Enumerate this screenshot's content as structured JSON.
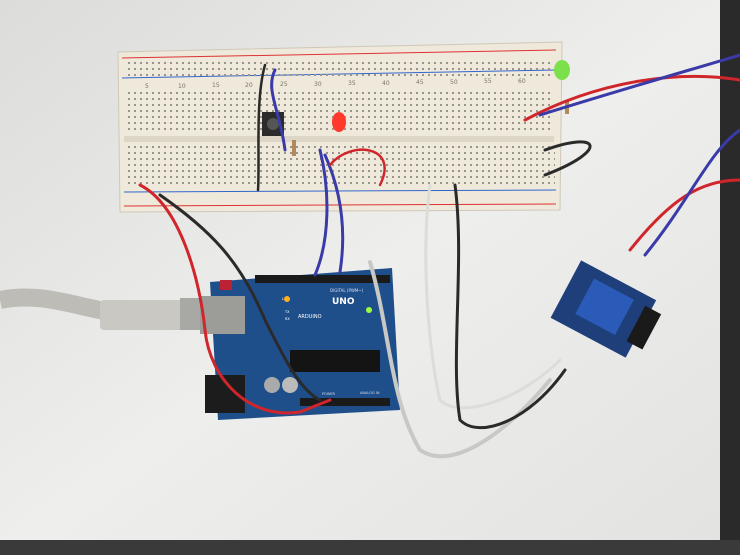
{
  "scene": {
    "description_colors": {
      "background": "#ececea",
      "breadboard": "#efe9dc",
      "arduino_board": "#1f4f8a",
      "relay_module": "#1e3f7a",
      "wire_red": "#d0262b",
      "wire_black": "#2a2a2a",
      "wire_blue": "#3a3aa8",
      "wire_white": "#d8d8d4",
      "led_red": "#ff3a2a",
      "led_green": "#7be04a"
    }
  },
  "breadboard": {
    "column_numbers": [
      "5",
      "10",
      "15",
      "20",
      "25",
      "30",
      "35",
      "40",
      "45",
      "50",
      "55",
      "60"
    ]
  },
  "arduino": {
    "model": "UNO",
    "brand": "ARDUINO",
    "digital_header": "DIGITAL (PWM~)",
    "power_header": "POWER",
    "analog_header": "ANALOG IN",
    "tx_label": "TX",
    "rx_label": "RX",
    "l_label": "L"
  }
}
